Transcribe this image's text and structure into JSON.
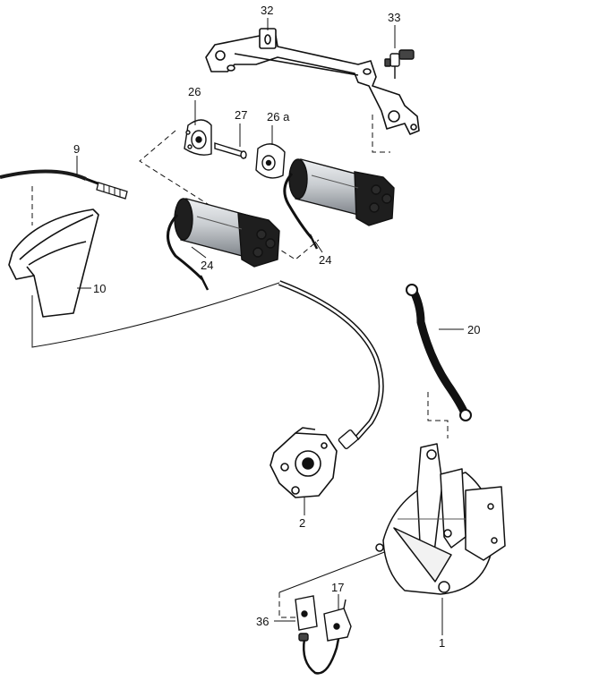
{
  "diagram": {
    "callouts": {
      "p32": "32",
      "p33": "33",
      "p26": "26",
      "p27": "27",
      "p26a": "26 a",
      "p9": "9",
      "p10": "10",
      "p24_left": "24",
      "p24_right": "24",
      "p20": "20",
      "p2": "2",
      "p17": "17",
      "p36": "36",
      "p1": "1"
    },
    "colors": {
      "ink": "#111111",
      "motor_body": "#c8ccd0",
      "motor_shade": "#7d8288",
      "connector": "#1e1e1e",
      "paper": "#ffffff"
    }
  }
}
